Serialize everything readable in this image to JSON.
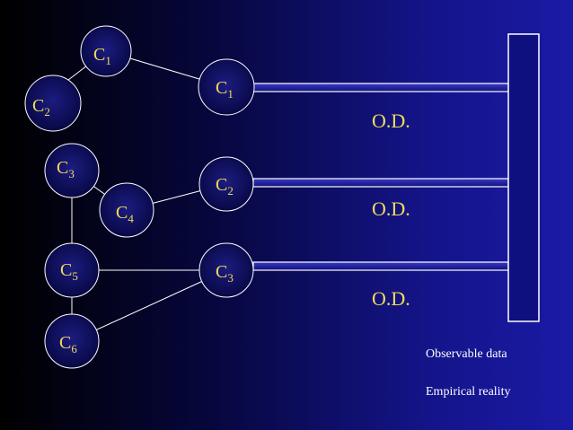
{
  "nodes": [
    {
      "id": "c1-top",
      "letter": "C",
      "sub": "1"
    },
    {
      "id": "c2-left",
      "letter": "C",
      "sub": "2"
    },
    {
      "id": "c3-left",
      "letter": "C",
      "sub": "3"
    },
    {
      "id": "c4",
      "letter": "C",
      "sub": "4"
    },
    {
      "id": "c5",
      "letter": "C",
      "sub": "5"
    },
    {
      "id": "c6",
      "letter": "C",
      "sub": "6"
    },
    {
      "id": "c1-right",
      "letter": "C",
      "sub": "1"
    },
    {
      "id": "c2-right",
      "letter": "C",
      "sub": "2"
    },
    {
      "id": "c3-right",
      "letter": "C",
      "sub": "3"
    }
  ],
  "edges": [
    [
      "c2-left",
      "c1-top"
    ],
    [
      "c1-top",
      "c1-right"
    ],
    [
      "c3-left",
      "c4"
    ],
    [
      "c4",
      "c2-right"
    ],
    [
      "c3-left",
      "c5"
    ],
    [
      "c5",
      "c6"
    ],
    [
      "c5",
      "c3-right"
    ],
    [
      "c6",
      "c3-right"
    ]
  ],
  "od_labels": [
    "O.D.",
    "O.D.",
    "O.D."
  ],
  "legend": {
    "observable": "Observable data",
    "empirical": "Empirical reality"
  },
  "colors": {
    "label": "#f0dc5a",
    "line": "#ffffff"
  }
}
